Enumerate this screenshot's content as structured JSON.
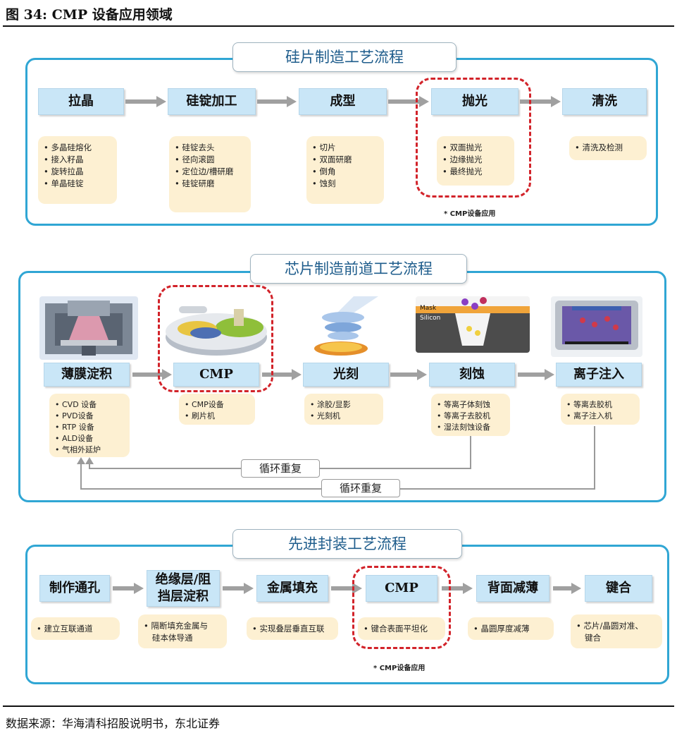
{
  "figure_title": "图 34: CMP 设备应用领域",
  "source": "数据来源：华海清科招股说明书，东北证券",
  "wafer": {
    "title": "硅片制造工艺流程",
    "steps": [
      {
        "label": "拉晶",
        "notes": [
          "多晶硅熔化",
          "接入籽晶",
          "旋转拉晶",
          "单晶硅锭"
        ]
      },
      {
        "label": "硅锭加工",
        "notes": [
          "硅锭去头",
          "径向滚圆",
          "定位边/槽研磨",
          "硅锭研磨"
        ]
      },
      {
        "label": "成型",
        "notes": [
          "切片",
          "双面研磨",
          "倒角",
          "蚀刻"
        ]
      },
      {
        "label": "抛光",
        "notes": [
          "双面抛光",
          "边缘抛光",
          "最终抛光"
        ]
      },
      {
        "label": "清洗",
        "notes": [
          "清洗及检测"
        ]
      }
    ],
    "cmp_note": "* CMP设备应用"
  },
  "frontend": {
    "title": "芯片制造前道工艺流程",
    "steps": [
      {
        "label": "薄膜淀积",
        "notes": [
          "CVD 设备",
          "PVD设备",
          "RTP 设备",
          "ALD设备",
          "气相外延炉"
        ]
      },
      {
        "label": "CMP",
        "notes": [
          "CMP设备",
          "刷片机"
        ]
      },
      {
        "label": "光刻",
        "notes": [
          "涂胶/显影",
          "光刻机"
        ]
      },
      {
        "label": "刻蚀",
        "notes": [
          "等离子体刻蚀",
          "等离子去胶机",
          "湿法刻蚀设备"
        ]
      },
      {
        "label": "离子注入",
        "notes": [
          "等离去胶机",
          "离子注入机"
        ]
      }
    ],
    "illustration_labels": {
      "mask": "Mask",
      "silicon": "Silicon"
    },
    "loops": [
      "循环重复",
      "循环重复"
    ]
  },
  "packaging": {
    "title": "先进封装工艺流程",
    "steps": [
      {
        "label": "制作通孔",
        "notes": [
          "建立互联通道"
        ]
      },
      {
        "label": "绝缘层/阻挡层淀积",
        "label_lines": [
          "绝缘层/阻",
          "挡层淀积"
        ],
        "notes": [
          "隔断填充金属与硅本体导通"
        ],
        "note_lines": [
          "隔断填充金属与",
          "硅本体导通"
        ]
      },
      {
        "label": "金属填充",
        "notes": [
          "实现叠层垂直互联"
        ]
      },
      {
        "label": "CMP",
        "notes": [
          "键合表面平坦化"
        ]
      },
      {
        "label": "背面减薄",
        "notes": [
          "晶圆厚度减薄"
        ]
      },
      {
        "label": "键合",
        "notes": [
          "芯片/晶圆对准、键合"
        ],
        "note_lines": [
          "芯片/晶圆对准、",
          "键合"
        ]
      }
    ],
    "cmp_note": "* CMP设备应用"
  },
  "colors": {
    "panel_border": "#30a6d4",
    "step_fill": "#c9e6f7",
    "note_fill": "#fdf0d2",
    "highlight": "#d2232a",
    "arrow": "#a0a0a0"
  }
}
